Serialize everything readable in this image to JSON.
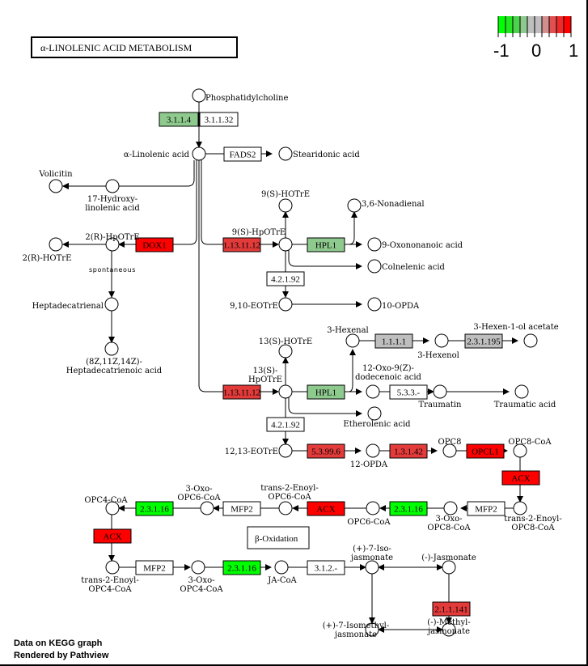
{
  "title": "α-LINOLENIC ACID METABOLISM",
  "legend": {
    "ticks": [
      "-1",
      "0",
      "1"
    ],
    "colors": [
      "#00ff00",
      "#22e622",
      "#4cd24c",
      "#8ec98e",
      "#bebebe",
      "#bebebe",
      "#d38e8e",
      "#e05050",
      "#ef2a2a",
      "#ff0000"
    ]
  },
  "footer": {
    "line1": "Data on KEGG graph",
    "line2": "Rendered by Pathview"
  },
  "colors": {
    "strong_red": "#ff0000",
    "red": "#e33a3a",
    "light_green": "#8ec98e",
    "strong_green": "#00ff00",
    "gray": "#bebebe",
    "white": "#ffffff"
  },
  "compounds": [
    {
      "id": "phosphatidylcholine",
      "label": "Phosphatidylcholine"
    },
    {
      "id": "alpha-linolenic-acid",
      "label": "α-Linolenic acid"
    },
    {
      "id": "stearidonic-acid",
      "label": "Stearidonic acid"
    },
    {
      "id": "volicitin",
      "label": "Volicitin"
    },
    {
      "id": "17-hydroxy-linolenic-acid",
      "label": "17-Hydroxy-|linolenic acid"
    },
    {
      "id": "2r-hpotre",
      "label": "2(R)-HpOTrE"
    },
    {
      "id": "2r-hotre",
      "label": "2(R)-HOTrE"
    },
    {
      "id": "heptadecatrienal",
      "label": "Heptadecatrienal"
    },
    {
      "id": "heptadecatrienoic-acid",
      "label": "(8Z,11Z,14Z)-|Heptadecatrienoic acid"
    },
    {
      "id": "9s-hotre",
      "label": "9(S)-HOTrE"
    },
    {
      "id": "3-6-nonadienal",
      "label": "3,6-Nonadienal"
    },
    {
      "id": "9s-hpotre",
      "label": "9(S)-HpOTrE"
    },
    {
      "id": "9-oxononanoic-acid",
      "label": "9-Oxononanoic acid"
    },
    {
      "id": "colnelenic-acid",
      "label": "Colnelenic acid"
    },
    {
      "id": "9-10-eotre",
      "label": "9,10-EOTrE"
    },
    {
      "id": "10-opda",
      "label": "10-OPDA"
    },
    {
      "id": "3-hexenal",
      "label": "3-Hexenal"
    },
    {
      "id": "3-hexenol",
      "label": "3-Hexenol"
    },
    {
      "id": "3-hexen-1-ol-acetate",
      "label": "3-Hexen-1-ol acetate"
    },
    {
      "id": "13s-hotre",
      "label": "13(S)-HOTrE"
    },
    {
      "id": "13s-hpotre",
      "label": "13(S)-|HpOTrE"
    },
    {
      "id": "12-oxo-dodecenoic-acid",
      "label": "12-Oxo-9(Z)-|dodecenoic acid"
    },
    {
      "id": "traumatin",
      "label": "Traumatin"
    },
    {
      "id": "traumatic-acid",
      "label": "Traumatic acid"
    },
    {
      "id": "etherolenic-acid",
      "label": "Etherolenic acid"
    },
    {
      "id": "12-13-eotre",
      "label": "12,13-EOTrE"
    },
    {
      "id": "12-opda",
      "label": "12-OPDA"
    },
    {
      "id": "opc8",
      "label": "OPC8"
    },
    {
      "id": "opc8-coa",
      "label": "OPC8-CoA"
    },
    {
      "id": "trans-2-enoyl-opc8-coa",
      "label": "trans-2-Enoyl-|OPC8-CoA"
    },
    {
      "id": "3-oxo-opc8-coa",
      "label": "3-Oxo-|OPC8-CoA"
    },
    {
      "id": "opc6-coa",
      "label": "OPC6-CoA"
    },
    {
      "id": "trans-2-enoyl-opc6-coa",
      "label": "trans-2-Enoyl-|OPC6-CoA"
    },
    {
      "id": "3-oxo-opc6-coa",
      "label": "3-Oxo-|OPC6-CoA"
    },
    {
      "id": "opc4-coa",
      "label": "OPC4-CoA"
    },
    {
      "id": "trans-2-enoyl-opc4-coa",
      "label": "trans-2-Enoyl-|OPC4-CoA"
    },
    {
      "id": "3-oxo-opc4-coa",
      "label": "3-Oxo-|OPC4-CoA"
    },
    {
      "id": "ja-coa",
      "label": "JA-CoA"
    },
    {
      "id": "7-iso-jasmonate",
      "label": "(+)-7-Iso-|jasmonate"
    },
    {
      "id": "jasmonate",
      "label": "(-)-Jasmonate"
    },
    {
      "id": "7-isomethyl-jasmonate",
      "label": "(+)-7-Isomethyl-|jasmonate"
    },
    {
      "id": "methyl-jasmonate",
      "label": "(-)-Methyl-|jasmonate"
    }
  ],
  "genes": [
    {
      "id": "g-3-1-1-4",
      "label": "3.1.1.4",
      "color": "#8ec98e"
    },
    {
      "id": "g-3-1-1-32",
      "label": "3.1.1.32",
      "color": "#ffffff"
    },
    {
      "id": "g-fads2",
      "label": "FADS2",
      "color": "#ffffff"
    },
    {
      "id": "g-dox1",
      "label": "DOX1",
      "color": "#ff0000"
    },
    {
      "id": "g-1-13-11-12-a",
      "label": "1.13.11.12",
      "color": "#e33a3a"
    },
    {
      "id": "g-hpl1-a",
      "label": "HPL1",
      "color": "#8ec98e"
    },
    {
      "id": "g-4-2-1-92-a",
      "label": "4.2.1.92",
      "color": "#ffffff"
    },
    {
      "id": "g-1-1-1-1",
      "label": "1.1.1.1",
      "color": "#bebebe"
    },
    {
      "id": "g-2-3-1-195",
      "label": "2.3.1.195",
      "color": "#bebebe"
    },
    {
      "id": "g-1-13-11-12-b",
      "label": "1.13.11.12",
      "color": "#e33a3a"
    },
    {
      "id": "g-hpl1-b",
      "label": "HPL1",
      "color": "#8ec98e"
    },
    {
      "id": "g-5-3-3",
      "label": "5.3.3.-",
      "color": "#ffffff"
    },
    {
      "id": "g-4-2-1-92-b",
      "label": "4.2.1.92",
      "color": "#ffffff"
    },
    {
      "id": "g-5-3-99-6",
      "label": "5.3.99.6",
      "color": "#e33a3a"
    },
    {
      "id": "g-1-3-1-42",
      "label": "1.3.1.42",
      "color": "#e33a3a"
    },
    {
      "id": "g-opcl1",
      "label": "OPCL1",
      "color": "#ff0000"
    },
    {
      "id": "g-acx-a",
      "label": "ACX",
      "color": "#ff0000"
    },
    {
      "id": "g-mfp2-a",
      "label": "MFP2",
      "color": "#ffffff"
    },
    {
      "id": "g-2-3-1-16-a",
      "label": "2.3.1.16",
      "color": "#00ff00"
    },
    {
      "id": "g-acx-b",
      "label": "ACX",
      "color": "#ff0000"
    },
    {
      "id": "g-mfp2-b",
      "label": "MFP2",
      "color": "#ffffff"
    },
    {
      "id": "g-2-3-1-16-b",
      "label": "2.3.1.16",
      "color": "#00ff00"
    },
    {
      "id": "g-acx-c",
      "label": "ACX",
      "color": "#ff0000"
    },
    {
      "id": "g-mfp2-c",
      "label": "MFP2",
      "color": "#ffffff"
    },
    {
      "id": "g-2-3-1-16-c",
      "label": "2.3.1.16",
      "color": "#00ff00"
    },
    {
      "id": "g-3-1-2",
      "label": "3.1.2.-",
      "color": "#ffffff"
    },
    {
      "id": "g-2-1-1-141",
      "label": "2.1.1.141",
      "color": "#e33a3a"
    }
  ],
  "annotations": {
    "spontaneous": "spontaneous",
    "beta_oxidation": "β-Oxidation"
  }
}
